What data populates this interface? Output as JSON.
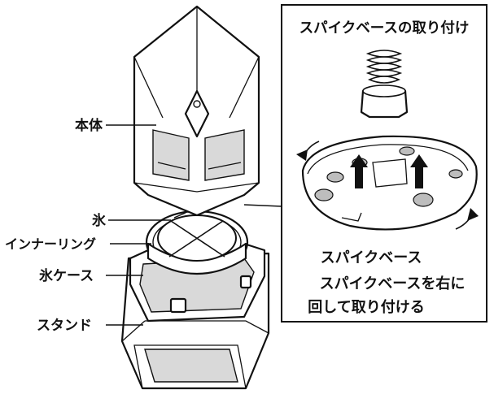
{
  "labels": {
    "main_body": "本体",
    "ice": "氷",
    "inner_ring": "インナーリング",
    "ice_case": "氷ケース",
    "stand": "スタンド"
  },
  "inset": {
    "title": "スパイクベースの取り付け",
    "spike_base": "スパイクベース",
    "instruction_line1": "スパイクベースを右に",
    "instruction_line2": "回して取り付ける"
  },
  "colors": {
    "line": "#111111",
    "shade": "#d9d9d9",
    "background": "#ffffff"
  }
}
